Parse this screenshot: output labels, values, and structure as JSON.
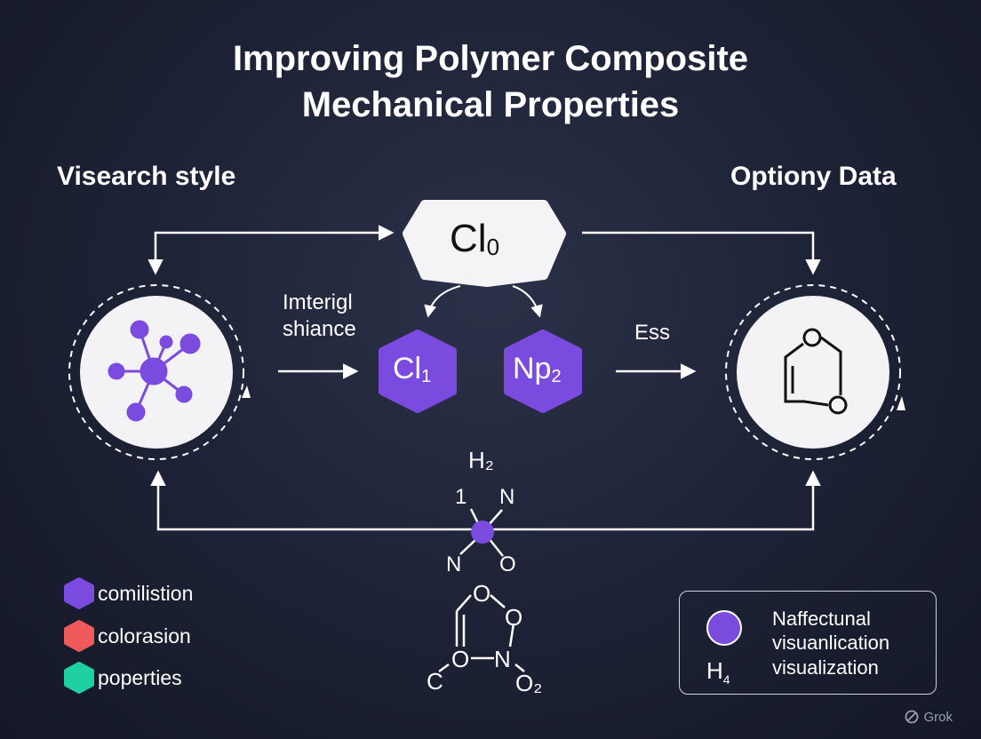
{
  "title_line1": "Improving Polymer Composite",
  "title_line2": "Mechanical Properties",
  "left_header": "Visearch style",
  "right_header": "Optiony Data",
  "top_node": {
    "main": "Cl",
    "sub": "0"
  },
  "hex_left": {
    "main": "Cl",
    "sub": "1"
  },
  "hex_right": {
    "main": "Np",
    "sub": "2"
  },
  "left_arrow_label_line1": "Imterigl",
  "left_arrow_label_line2": "shiance",
  "right_arrow_label": "Ess",
  "bottom_molecule": {
    "top_label": "H₂",
    "label_1": "1",
    "label_n_top": "N",
    "label_n_bottom": "N",
    "label_o_bottom": "O"
  },
  "ring_molecule": {
    "o_top": "O",
    "o_right": "O",
    "o_left": "O",
    "n": "N",
    "c": "C",
    "o2": "O₂"
  },
  "legend": [
    {
      "label": "comilistion",
      "color": "#7b4be0"
    },
    {
      "label": "colorasion",
      "color": "#ef5b5b"
    },
    {
      "label": "poperties",
      "color": "#1fd1a0"
    }
  ],
  "info_box": {
    "line1": "Naffectunal",
    "line2": "visuanlication",
    "line3": "visualization",
    "sub_main": "H",
    "sub_sub": "4",
    "dot_color": "#7b4be0"
  },
  "accent_color": "#7b4be0",
  "watermark": "Grok"
}
